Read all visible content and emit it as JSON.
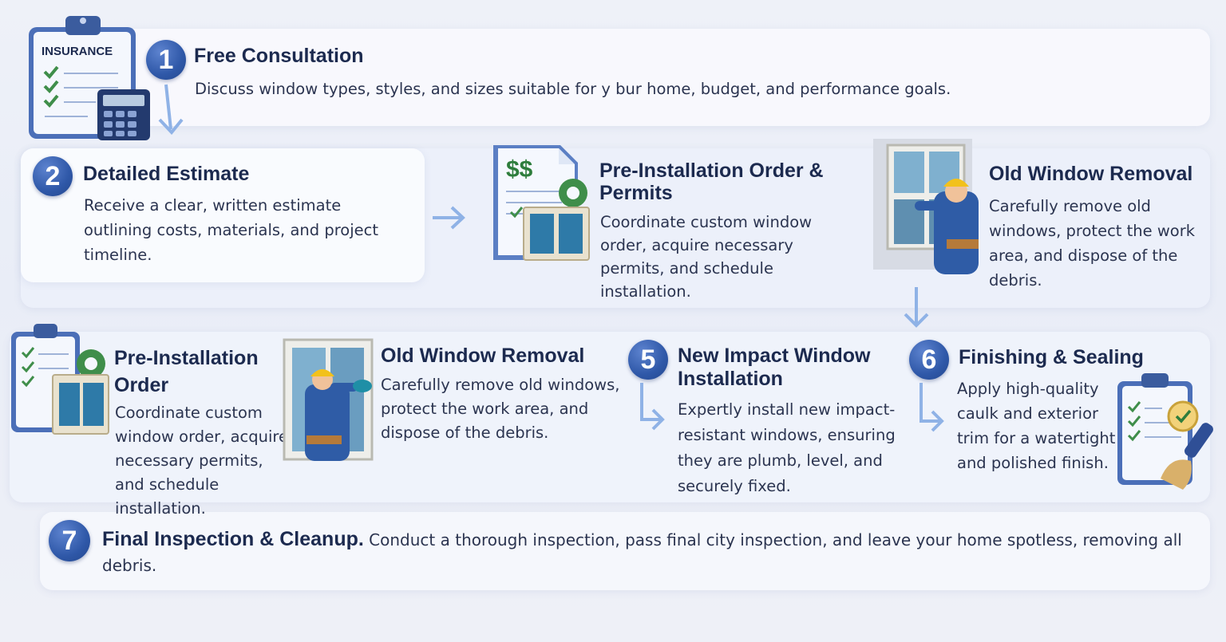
{
  "colors": {
    "badge": "#2f58a8",
    "title": "#1c2a4f",
    "text": "#2b3450",
    "arrow": "#8fb2e6",
    "accent_green": "#3f8e4a"
  },
  "step1": {
    "number": "1",
    "title": "Free Consultation",
    "description": "Discuss window types, styles, and sizes suitable for y bur home, budget, and performance goals.",
    "icon_label": "INSURANCE"
  },
  "step2": {
    "number": "2",
    "title": "Detailed Estimate",
    "description": "Receive a clear, written estimate outlining costs, materials, and project timeline."
  },
  "step3": {
    "title": "Pre-Installation Order & Permits",
    "description": "Coordinate custom window order, acquire necessary permits, and schedule installation.",
    "icon_label": "$$"
  },
  "step4": {
    "title": "Old Window Removal",
    "description": "Carefully remove old windows, protect the work area, and dispose of the debris."
  },
  "step3b": {
    "title": "Pre-Installation Order",
    "description": "Coordinate custom window order, acquire necessary permits, and schedule installation."
  },
  "step4b": {
    "title": "Old Window Removal",
    "description": "Carefully remove old windows, protect the work area, and dispose of the debris."
  },
  "step5": {
    "number": "5",
    "title": "New Impact Window Installation",
    "description": "Expertly install new impact-resistant windows, ensuring they are plumb, level, and securely fixed."
  },
  "step6": {
    "number": "6",
    "title": "Finishing & Sealing",
    "description": "Apply high-quality caulk and exterior trim for a watertight and polished finish."
  },
  "step7": {
    "number": "7",
    "title": "Final Inspection & Cleanup.",
    "description": "Conduct a thorough inspection, pass final city inspection, and leave your home spotless, removing all debris."
  }
}
